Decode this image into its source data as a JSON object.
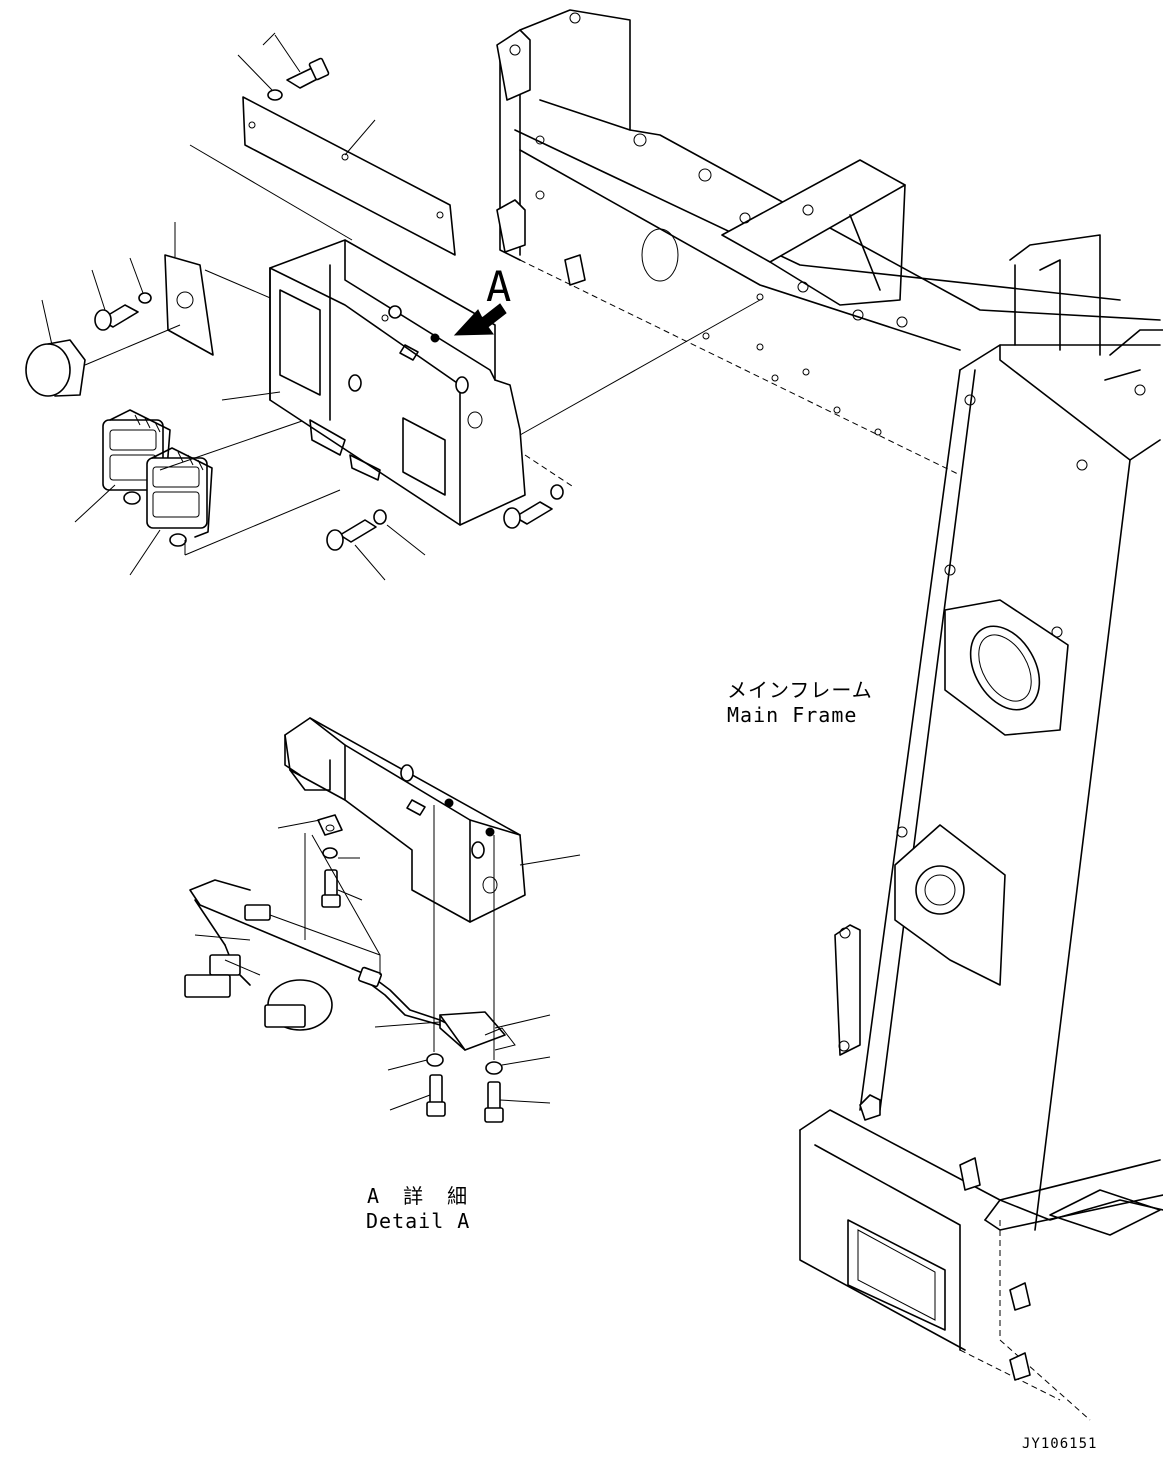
{
  "drawing": {
    "arrow_letter": "A",
    "main_frame_label_jp": "メインフレーム",
    "main_frame_label_en": "Main Frame",
    "detail_label_jp": "A 詳 細",
    "detail_label_en": "Detail A",
    "drawing_id": "JY106151"
  }
}
